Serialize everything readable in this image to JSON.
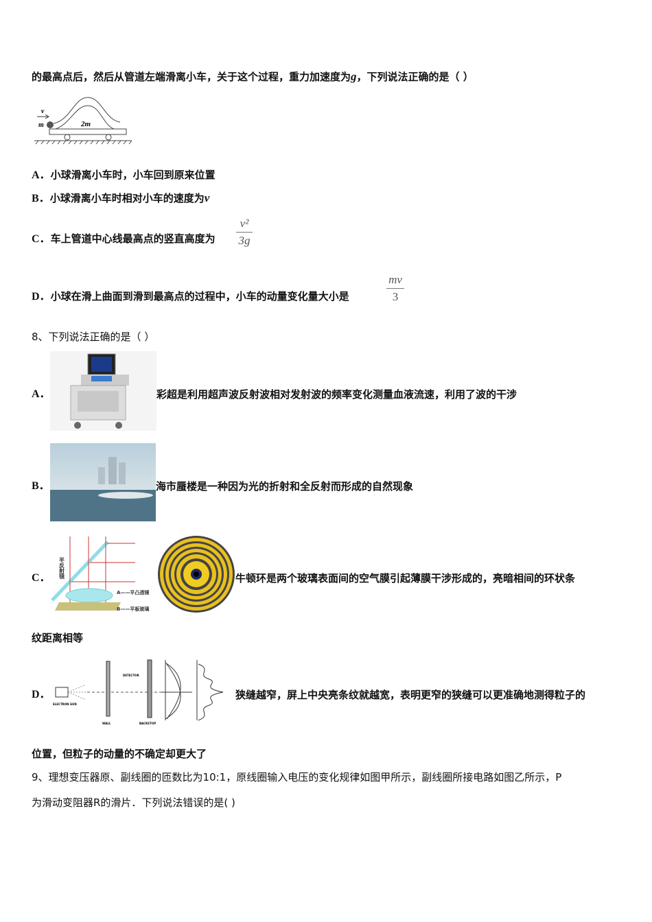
{
  "q7": {
    "intro": "的最高点后，然后从管道左端滑离小车，关于这个过程，重力加速度为",
    "intro_var": "g",
    "intro_end": "，下列说法正确的是（    ）",
    "figure_labels": {
      "v": "v",
      "m": "m",
      "cart": "2m"
    },
    "options": [
      {
        "label": "A．",
        "text": "小球滑离小车时，小车回到原来位置"
      },
      {
        "label": "B．",
        "text": "小球滑离小车时相对小车的速度为",
        "var": "v"
      },
      {
        "label": "C．",
        "text": "车上管道中心线最高点的竖直高度为",
        "num": "v²",
        "den": "3g"
      },
      {
        "label": "D．",
        "text": "小球在滑上曲面到滑到最高点的过程中，小车的动量变化量大小是",
        "num": "mv",
        "den": "3"
      }
    ]
  },
  "q8": {
    "stem": "8、下列说法正确的是（  ）",
    "options": [
      {
        "label": "A．",
        "text": "彩超是利用超声波反射波相对发射波的频率变化测量血液流速，利用了波的干涉"
      },
      {
        "label": "B．",
        "text": "海市蜃楼是一种因为光的折射和全反射而形成的自然现象"
      },
      {
        "label": "C．",
        "text": "牛顿环是两个玻璃表面间的空气膜引起薄膜干涉形成的，亮暗相间的环状条",
        "text2": "纹距离相等",
        "figure_labels": {
          "mirror": "半反射镜",
          "a": "A——平凸透镜",
          "b": "B——平板玻璃"
        }
      },
      {
        "label": "D．",
        "text": "狭缝越窄，屏上中央亮条纹就越宽，表明更窄的狭缝可以更准确地测得粒子的",
        "text2": "位置，但粒子的动量的不确定却更大了",
        "figure_labels": {
          "gun": "ELECTRON GUN",
          "wall": "WALL",
          "detector": "DETECTOR",
          "backstop": "BACKSTOP"
        }
      }
    ]
  },
  "q9": {
    "line1": "9、理想变压器原、副线圈的匝数比为10:1，原线圈输入电压的变化规律如图甲所示，副线圈所接电路如图乙所示，P",
    "line2": "为滑动变阻器R的滑片．下列说法错误的是(   )"
  }
}
